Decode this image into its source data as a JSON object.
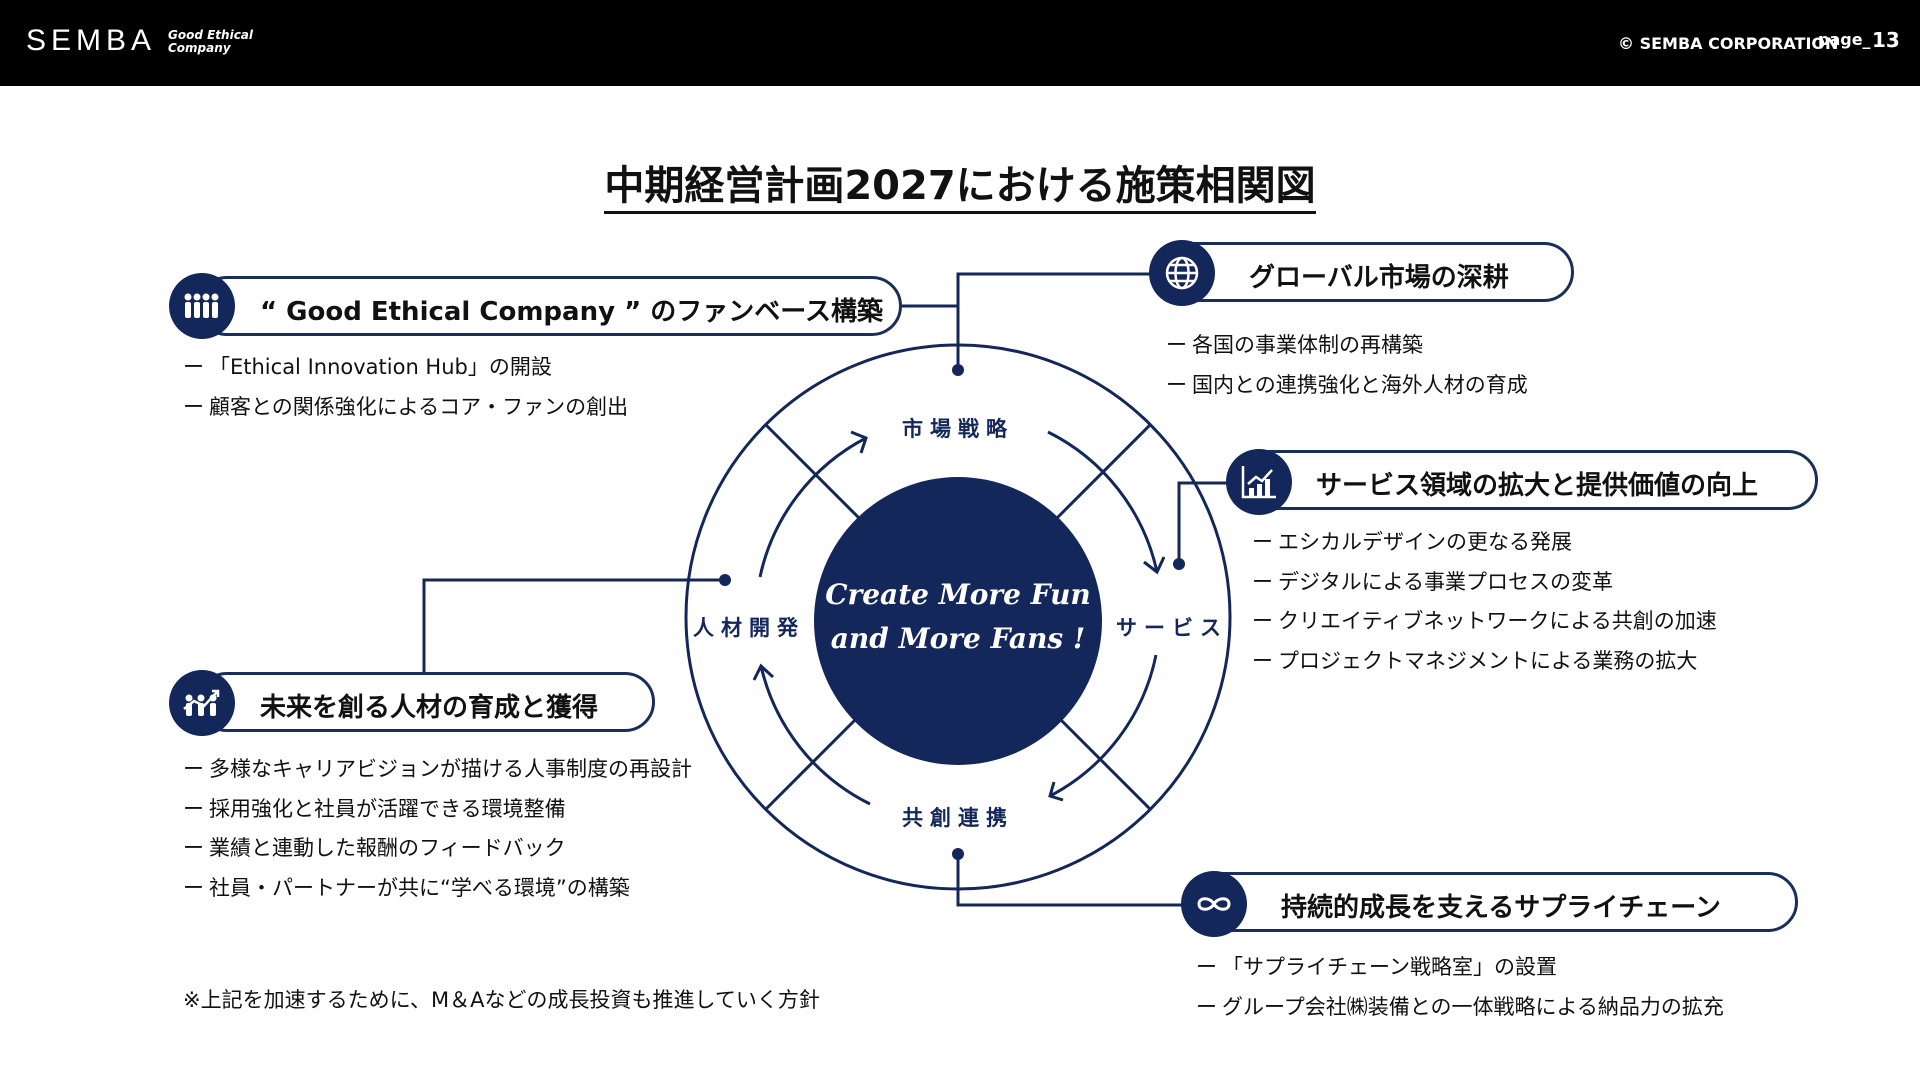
{
  "header": {
    "logo": "SEMBA",
    "tagline_line1": "Good Ethical",
    "tagline_line2": "Company",
    "copyright": "© SEMBA CORPORATION",
    "page_label": "page_",
    "page_number": "13"
  },
  "title": "中期経営計画2027における施策相関図",
  "core": {
    "line1": "Create More Fun",
    "line2": "and More Fans !"
  },
  "ring_labels": {
    "top": "市場戦略",
    "right": "サービス",
    "bottom": "共創連携",
    "left": "人材開発"
  },
  "pillars": {
    "fanbase": {
      "title": "“ Good Ethical Company ” のファンベース構築",
      "icon": "people-group-icon",
      "bullets": [
        "「Ethical Innovation Hub」の開設",
        "顧客との関係強化によるコア・ファンの創出"
      ]
    },
    "global": {
      "title": "グローバル市場の深耕",
      "icon": "globe-icon",
      "bullets": [
        "各国の事業体制の再構築",
        "国内との連携強化と海外人材の育成"
      ]
    },
    "service": {
      "title": "サービス領域の拡大と提供価値の向上",
      "icon": "bar-chart-icon",
      "bullets": [
        "エシカルデザインの更なる発展",
        "デジタルによる事業プロセスの変革",
        "クリエイティブネットワークによる共創の加速",
        "プロジェクトマネジメントによる業務の拡大"
      ]
    },
    "talent": {
      "title": "未来を創る人材の育成と獲得",
      "icon": "growth-people-icon",
      "bullets": [
        "多様なキャリアビジョンが描ける人事制度の再設計",
        "採用強化と社員が活躍できる環境整備",
        "業績と連動した報酬のフィードバック",
        "社員・パートナーが共に“学べる環境”の構築"
      ]
    },
    "supply": {
      "title": "持続的成長を支えるサプライチェーン",
      "icon": "infinity-icon",
      "bullets": [
        "「サプライチェーン戦略室」の設置",
        "グループ会社㈱装備との一体戦略による納品力の拡充"
      ]
    }
  },
  "bullet_dash": "ー",
  "footnote": "※上記を加速するために、M＆Aなどの成長投資も推進していく方針",
  "colors": {
    "navy": "#14275a",
    "outline": "#1a2e5c",
    "header": "#000000"
  }
}
